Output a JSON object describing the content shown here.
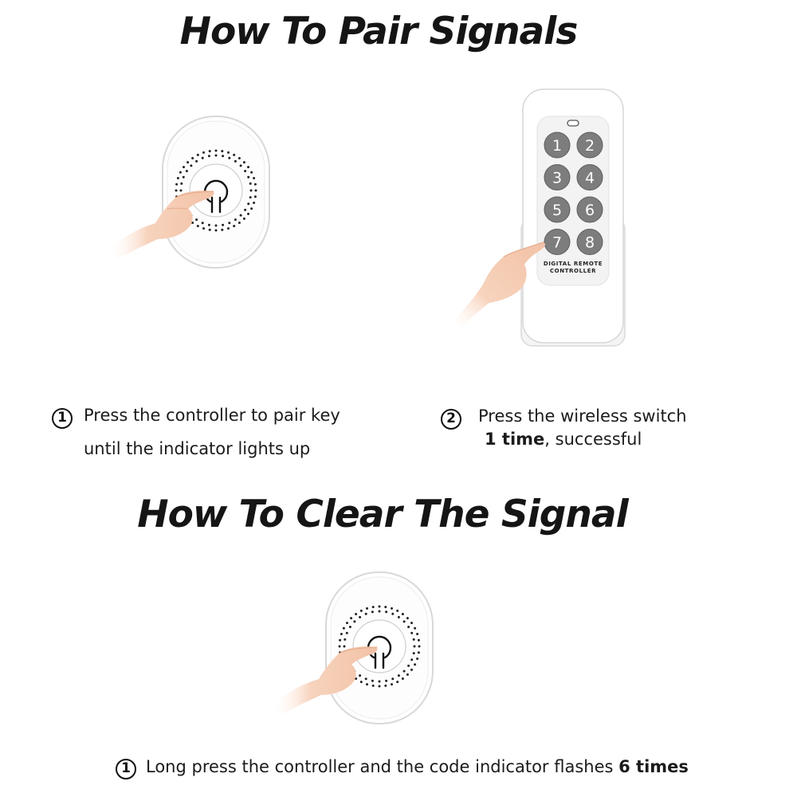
{
  "section_pair": {
    "title": "How To Pair Signals",
    "step1": {
      "number": "1",
      "line1": "Press the controller to pair key",
      "line2": "until the indicator lights up"
    },
    "step2": {
      "number": "2",
      "line1": "Press the wireless switch",
      "line2_bold": "1 time",
      "line2_rest": ", successful"
    }
  },
  "remote": {
    "keys": [
      "1",
      "2",
      "3",
      "4",
      "5",
      "6",
      "7",
      "8"
    ],
    "brand_line1": "DIGITAL REMOTE",
    "brand_line2": "CONTROLLER"
  },
  "section_clear": {
    "title": "How To Clear The Signal",
    "step1": {
      "number": "1",
      "text": "Long press the controller and the code indicator flashes ",
      "bold": "6 times"
    }
  },
  "colors": {
    "key_fill": "#7d7d7d",
    "device_body": "#ffffff",
    "skin": "#f7d3bd"
  },
  "icons": [
    "switch-device",
    "power-icon",
    "hand-pointing-icon",
    "remote-controller"
  ]
}
